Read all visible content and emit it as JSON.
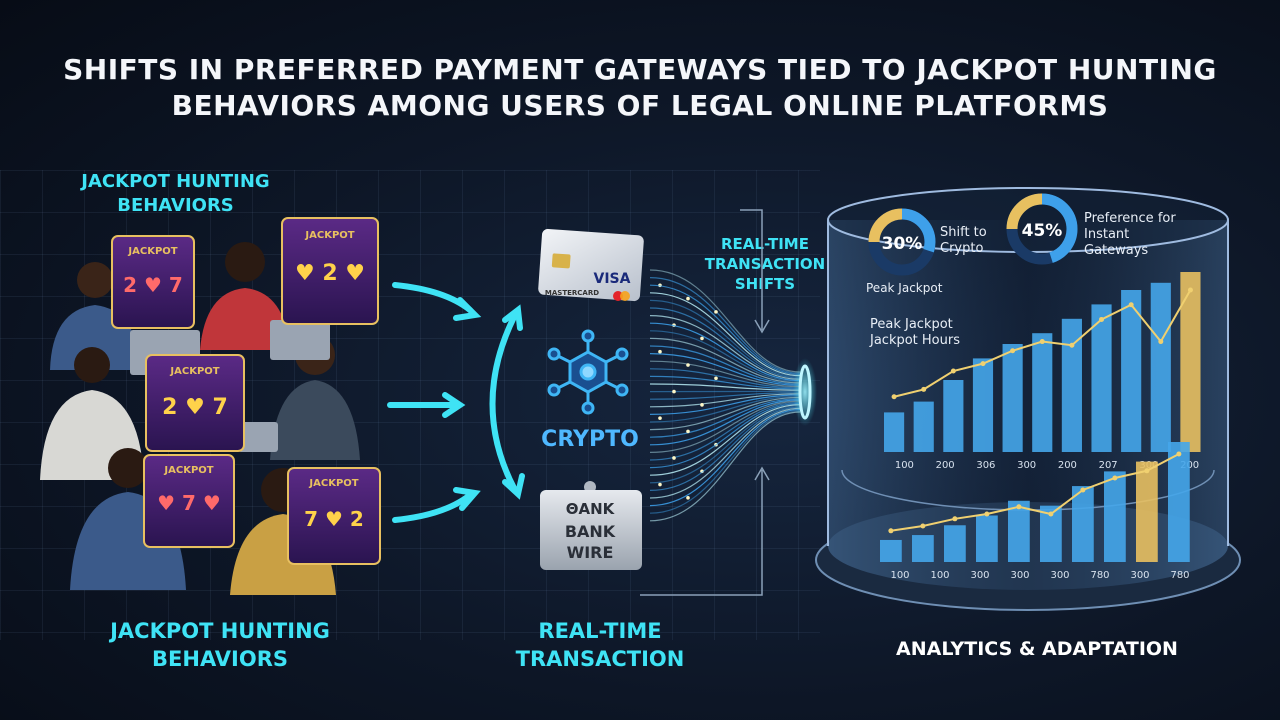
{
  "title": {
    "line1": "SHIFTS IN PREFERRED PAYMENT GATEWAYS TIED TO JACKPOT HUNTING",
    "line2": "BEHAVIORS AMONG USERS OF LEGAL ONLINE PLATFORMS"
  },
  "labels": {
    "jackpot_top": "JACKPOT HUNTING BEHAVIORS",
    "jackpot_bottom": "JACKPOT HUNTING BEHAVIORS",
    "realtime_shifts": "REAL-TIME TRANSACTION SHIFTS",
    "realtime_bottom": "REAL-TIME TRANSACTION",
    "analytics": "ANALYTICS & ADAPTATION"
  },
  "payments": {
    "card_brand_left": "MASTERCARD",
    "card_brand_right": "VISA",
    "crypto": "CRYPTO",
    "bank_line1": "ΘANK",
    "bank_line2": "BANK",
    "bank_line3": "WIRE"
  },
  "slots": {
    "header": "JACKPOT",
    "row_a": "2 ♥ 7",
    "row_b": "♥ 2 ♥",
    "row_c": "2 ♥ 7",
    "row_d": "♥ 7 ♥",
    "row_e": "7 ♥ 2"
  },
  "donuts": [
    {
      "value": 30,
      "label": "30%",
      "caption1": "Shift to",
      "caption2": "Crypto"
    },
    {
      "value": 45,
      "label": "45%",
      "caption1": "Preference for",
      "caption2": "Instant",
      "caption3": "Gateways"
    }
  ],
  "cylinder_text": {
    "peak1": "Peak Jackpot",
    "peak2": "Peak Jackpot",
    "peak3": "Jackpot Hours"
  },
  "chart_data": [
    {
      "type": "bar",
      "categories": [
        "100",
        "200",
        "306",
        "300",
        "200",
        "207",
        "300",
        "200"
      ],
      "values": [
        22,
        28,
        40,
        52,
        60,
        66,
        74,
        82,
        90,
        94,
        100
      ],
      "line": [
        30,
        34,
        44,
        48,
        55,
        60,
        58,
        72,
        80,
        60,
        88
      ],
      "colors": {
        "bar": "#45a6ea",
        "bar_hi": "#e8c060",
        "line": "#f0d070"
      }
    },
    {
      "type": "bar",
      "categories": [
        "100",
        "100",
        "300",
        "300",
        "300",
        "780",
        "300",
        "780"
      ],
      "values": [
        18,
        22,
        30,
        38,
        50,
        46,
        62,
        74,
        82,
        98
      ],
      "line": [
        26,
        30,
        36,
        40,
        46,
        40,
        60,
        70,
        76,
        90
      ],
      "colors": {
        "bar": "#45a6ea",
        "bar_hi": "#e8c060",
        "line": "#f0d070"
      }
    }
  ],
  "colors": {
    "accent": "#3fe3f5",
    "background": "#0d1626",
    "gold": "#e8c060",
    "bar": "#45a6ea"
  }
}
